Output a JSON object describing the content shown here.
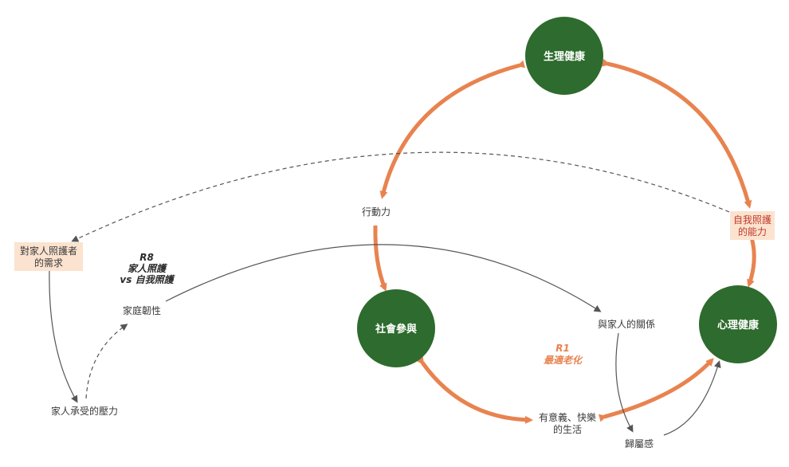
{
  "colors": {
    "node_fill": "#2e6b2e",
    "orange_arrow": "#e8834f",
    "gray_arrow": "#555555",
    "highlight_bg": "#fbe3cf",
    "highlight_text": "#c0392b",
    "loop_r1": "#e8834f",
    "loop_r8": "#2b2b2b"
  },
  "nodes": {
    "physical_health": "生理健康",
    "social_participation": "社會參與",
    "mental_health": "心理健康"
  },
  "labels": {
    "mobility": "行動力",
    "self_care_line1": "自我照護",
    "self_care_line2": "的能力",
    "family_relation": "與家人的關係",
    "belonging": "歸屬感",
    "meaningful_line1": "有意義、快樂",
    "meaningful_line2": "的生活",
    "caregiving_needs_line1": "對家人照護者",
    "caregiving_needs_line2": "的需求",
    "family_resilience": "家庭韌性",
    "family_stress": "家人承受的壓力"
  },
  "loops": {
    "r1_id": "R1",
    "r1_name": "最適老化",
    "r8_id": "R8",
    "r8_line1": "家人照護",
    "r8_line2": "vs 自我照護"
  }
}
